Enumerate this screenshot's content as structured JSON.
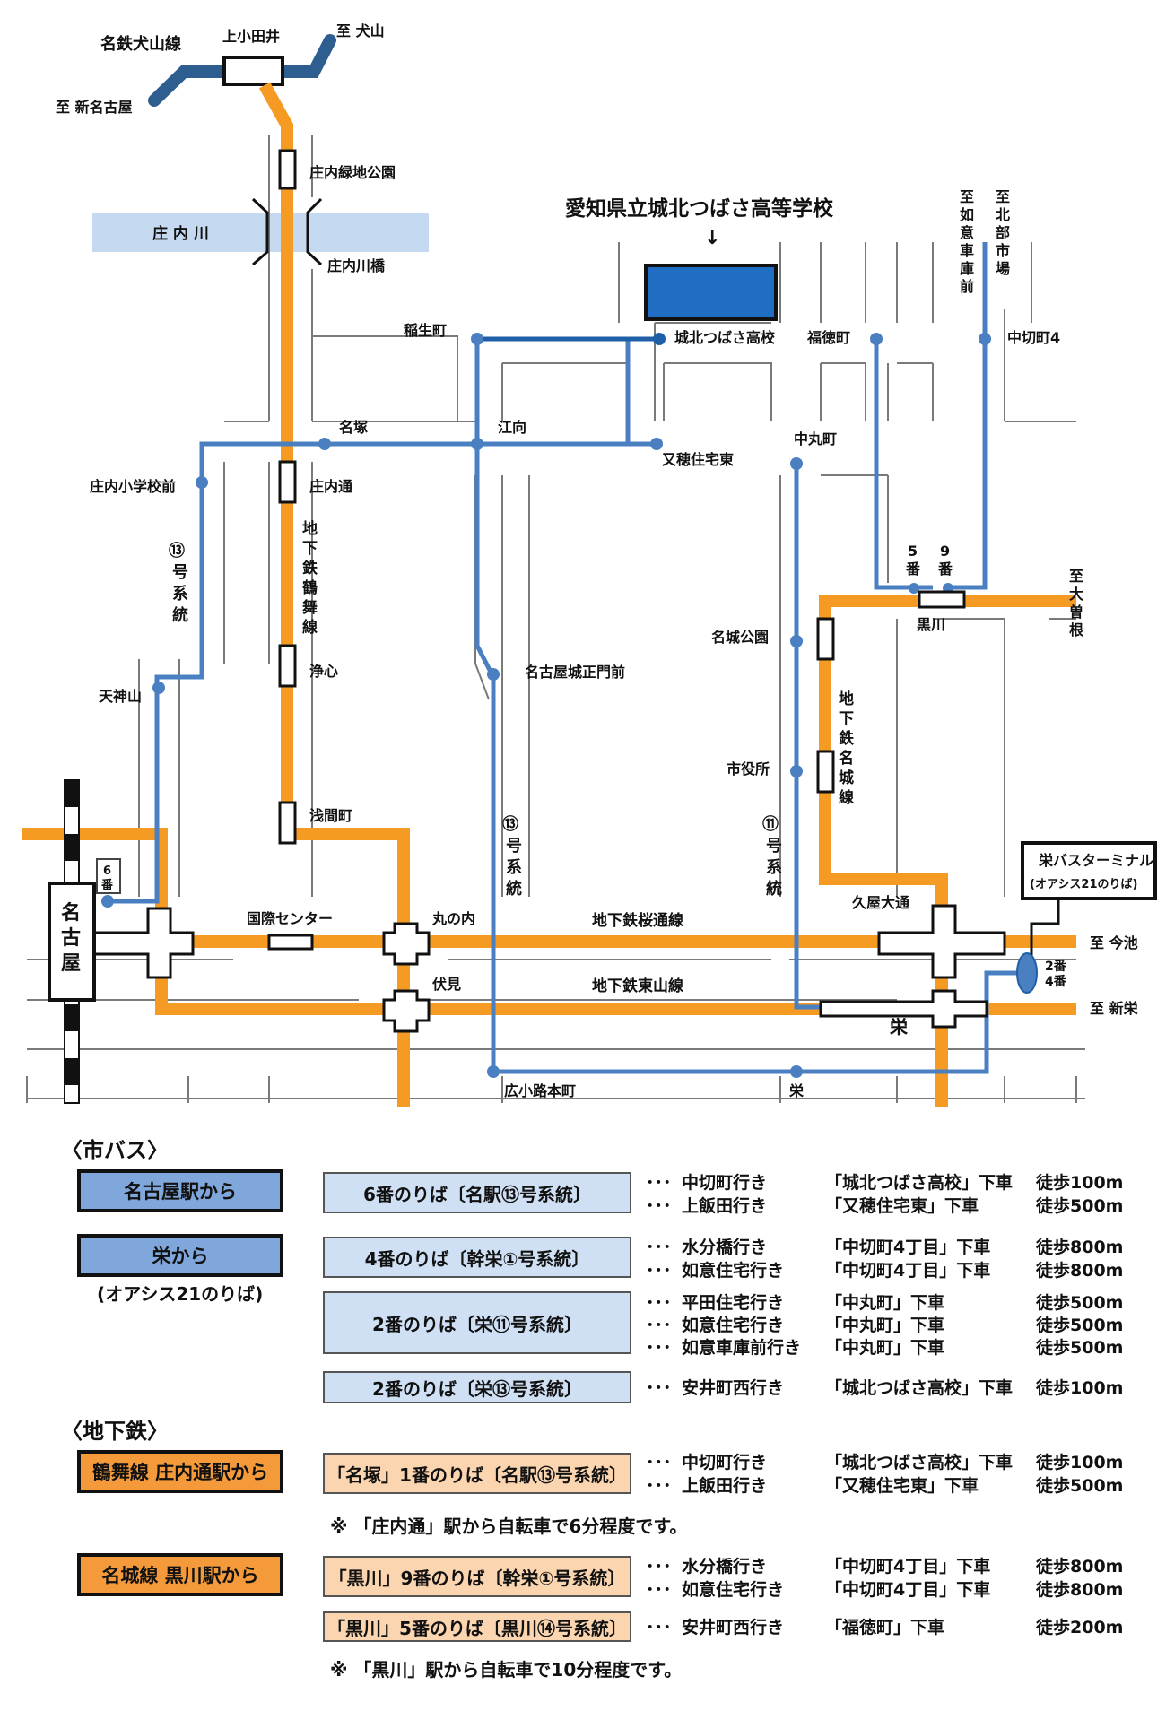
{
  "map": {
    "school_name": "愛知県立城北つばさ高等学校",
    "school_arrow": "↓",
    "meitetsu_line": "名鉄犬山線",
    "kamiotai": "上小田井",
    "to_inuyama": "至 犬山",
    "to_shin_nagoya": "至 新名古屋",
    "shonai_ryokuchi": "庄内緑地公園",
    "river": "庄 内 川",
    "river_bridge": "庄内川橋",
    "inaocho": "稲生町",
    "joho_stop": "城北つばさ高校",
    "fukutokucho": "福徳町",
    "to_nyoi_vertical": "至如意車庫前",
    "to_market_vertical": "至北部市場",
    "nakagiricho4": "中切町4",
    "meizuka": "名塚",
    "eko": "江向",
    "shonai_elem": "庄内小学校前",
    "shonai_dori": "庄内通",
    "matahojutaku": "又穂住宅東",
    "nakamarucho": "中丸町",
    "route13_left": "⑬号系統",
    "tsurumai_line": "地下鉄鶴舞線",
    "platform5": "5番",
    "platform9": "9番",
    "kurokawa": "黒川",
    "to_ozone": "至大曽根",
    "meijo_koen": "名城公園",
    "tenjinyama": "天神山",
    "joshin": "浄心",
    "castle_gate": "名古屋城正門前",
    "meijo_line": "地下鉄名城線",
    "shiyakusho": "市役所",
    "sengencho": "浅間町",
    "route13_mid": "⑬号系統",
    "route11": "⑪号系統",
    "sakae_terminal": "栄バスターミナル",
    "oasis": "(オアシス21のりば)",
    "platform6": "6番",
    "nagoya": "名古屋",
    "kokusai": "国際センター",
    "marunouchi": "丸の内",
    "sakuradori": "地下鉄桜通線",
    "hisaya": "久屋大通",
    "to_imaike": "至 今池",
    "platform24": "2番 4番",
    "fushimi": "伏見",
    "higashiyama": "地下鉄東山線",
    "to_shinsakae": "至 新栄",
    "sakae_big": "栄",
    "hirokoji": "広小路本町",
    "sakae_stop": "栄"
  },
  "access": {
    "bus_section": "〈市バス〉",
    "subway_section": "〈地下鉄〉",
    "from_nagoya": {
      "origin": "名古屋駅から",
      "stop": "6番のりば〔名駅⑬号系統〕",
      "rows": [
        {
          "dots": "･･･",
          "dest": "中切町行き",
          "alight": "「城北つばさ高校」下車",
          "walk": "徒歩100m"
        },
        {
          "dots": "･･･",
          "dest": "上飯田行き",
          "alight": "「又穂住宅東」下車",
          "walk": "徒歩500m"
        }
      ]
    },
    "from_sakae": {
      "origin": "栄から",
      "origin_sub": "(オアシス21のりば)",
      "stop_a": "4番のりば〔幹栄①号系統〕",
      "rows_a": [
        {
          "dots": "･･･",
          "dest": "水分橋行き",
          "alight": "「中切町4丁目」下車",
          "walk": "徒歩800m"
        },
        {
          "dots": "･･･",
          "dest": "如意住宅行き",
          "alight": "「中切町4丁目」下車",
          "walk": "徒歩800m"
        }
      ],
      "stop_b": "2番のりば〔栄⑪号系統〕",
      "rows_b": [
        {
          "dots": "･･･",
          "dest": "平田住宅行き",
          "alight": "「中丸町」下車",
          "walk": "徒歩500m"
        },
        {
          "dots": "･･･",
          "dest": "如意住宅行き",
          "alight": "「中丸町」下車",
          "walk": "徒歩500m"
        },
        {
          "dots": "･･･",
          "dest": "如意車庫前行き",
          "alight": "「中丸町」下車",
          "walk": "徒歩500m"
        }
      ],
      "stop_c": "2番のりば〔栄⑬号系統〕",
      "rows_c": [
        {
          "dots": "･･･",
          "dest": "安井町西行き",
          "alight": "「城北つばさ高校」下車",
          "walk": "徒歩100m"
        }
      ]
    },
    "from_shonai": {
      "origin": "鶴舞線  庄内通駅から",
      "stop": "「名塚」1番のりば〔名駅⑬号系統〕",
      "rows": [
        {
          "dots": "･･･",
          "dest": "中切町行き",
          "alight": "「城北つばさ高校」下車",
          "walk": "徒歩100m"
        },
        {
          "dots": "･･･",
          "dest": "上飯田行き",
          "alight": "「又穂住宅東」下車",
          "walk": "徒歩500m"
        }
      ],
      "note": "※ 「庄内通」駅から自転車で6分程度です。"
    },
    "from_kurokawa": {
      "origin": "名城線  黒川駅から",
      "stop_a": "「黒川」9番のりば〔幹栄①号系統〕",
      "rows_a": [
        {
          "dots": "･･･",
          "dest": "水分橋行き",
          "alight": "「中切町4丁目」下車",
          "walk": "徒歩800m"
        },
        {
          "dots": "･･･",
          "dest": "如意住宅行き",
          "alight": "「中切町4丁目」下車",
          "walk": "徒歩800m"
        }
      ],
      "stop_b": "「黒川」5番のりば〔黒川⑭号系統〕",
      "rows_b": [
        {
          "dots": "･･･",
          "dest": "安井町西行き",
          "alight": "「福徳町」下車",
          "walk": "徒歩200m"
        }
      ],
      "note": "※ 「黒川」駅から自転車で10分程度です。"
    }
  },
  "colors": {
    "orange": "#f59a22",
    "blue": "#4a7fc1",
    "dark_blue": "#1f5fa8",
    "meitetsu": "#2e5d8f",
    "river": "#c5daf0",
    "street": "#7a7a7a"
  }
}
